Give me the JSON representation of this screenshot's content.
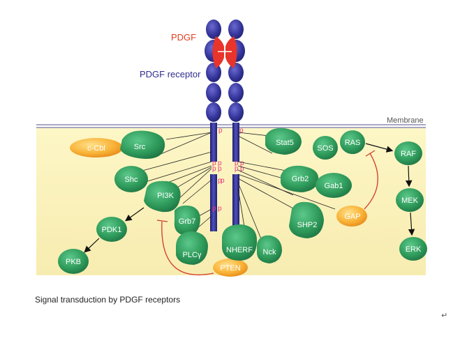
{
  "labels": {
    "pdgf": "PDGF",
    "receptor": "PDGF receptor",
    "membrane": "Membrane"
  },
  "phospho": "p",
  "proteins": {
    "ccbl": "c-Cbl",
    "src": "Src",
    "shc": "Shc",
    "pi3k": "PI3K",
    "grb7": "Grb7",
    "plcg": "PLCγ",
    "pten": "PTEN",
    "nherf": "NHERF",
    "nck": "Nck",
    "shp2": "SHP2",
    "stat5": "Stat5",
    "sos": "SOS",
    "ras": "RAS",
    "grb2": "Grb2",
    "gab1": "Gab1",
    "gap": "GAP",
    "raf": "RAF",
    "mek": "MEK",
    "erk": "ERK",
    "pdk1": "PDK1",
    "pkb": "PKB"
  },
  "caption": "Signal transduction by PDGF receptors",
  "colors": {
    "receptor": "#2e2e8c",
    "ligand": "#e8342a",
    "ligand_text": "#e04020",
    "protein": "#2e9a5a",
    "protein_dark": "#1a6e3c",
    "orange": "#f5a623",
    "inhibit": "#d03a2a",
    "cytoplasm": "#fbf3b8",
    "phospho_text": "#e83a7a"
  }
}
